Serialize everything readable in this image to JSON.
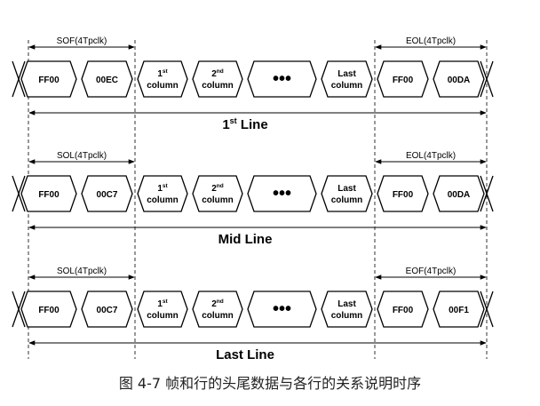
{
  "rows": [
    {
      "start_span": "SOF(4Tpclk)",
      "end_span": "EOL(4Tpclk)",
      "line_label": {
        "main": "1",
        "sup": "st",
        "rest": " Line"
      },
      "cells": [
        {
          "text": "FF00"
        },
        {
          "text": "00EC"
        },
        {
          "num": "1",
          "sup": "st",
          "word": "column"
        },
        {
          "num": "2",
          "sup": "nd",
          "word": "column"
        },
        {
          "dots": "•••"
        },
        {
          "line1": "Last",
          "line2": "column"
        },
        {
          "text": "FF00"
        },
        {
          "text": "00DA"
        }
      ]
    },
    {
      "start_span": "SOL(4Tpclk)",
      "end_span": "EOL(4Tpclk)",
      "line_label": {
        "main": "Mid Line"
      },
      "cells": [
        {
          "text": "FF00"
        },
        {
          "text": "00C7"
        },
        {
          "num": "1",
          "sup": "st",
          "word": "column"
        },
        {
          "num": "2",
          "sup": "nd",
          "word": "column"
        },
        {
          "dots": "•••"
        },
        {
          "line1": "Last",
          "line2": "column"
        },
        {
          "text": "FF00"
        },
        {
          "text": "00DA"
        }
      ]
    },
    {
      "start_span": "SOL(4Tpclk)",
      "end_span": "EOF(4Tpclk)",
      "line_label": {
        "main": "Last Line"
      },
      "cells": [
        {
          "text": "FF00"
        },
        {
          "text": "00C7"
        },
        {
          "num": "1",
          "sup": "st",
          "word": "column"
        },
        {
          "num": "2",
          "sup": "nd",
          "word": "column"
        },
        {
          "dots": "•••"
        },
        {
          "line1": "Last",
          "line2": "column"
        },
        {
          "text": "FF00"
        },
        {
          "text": "00F1"
        }
      ]
    }
  ],
  "caption": "图 4-7 帧和行的头尾数据与各行的关系说明时序"
}
